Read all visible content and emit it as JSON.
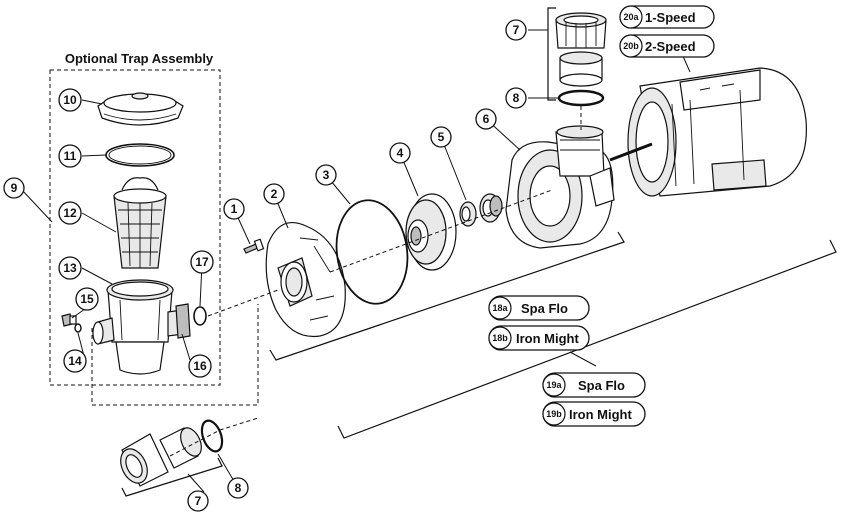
{
  "trap_assembly": {
    "title": "Optional Trap Assembly"
  },
  "callouts": {
    "c1": "1",
    "c2": "2",
    "c3": "3",
    "c4": "4",
    "c5": "5",
    "c6": "6",
    "c7_top": "7",
    "c8_top": "8",
    "c9": "9",
    "c10": "10",
    "c11": "11",
    "c12": "12",
    "c13": "13",
    "c14": "14",
    "c15": "15",
    "c16": "16",
    "c17": "17",
    "c7_bottom": "7",
    "c8_bottom": "8"
  },
  "legend": {
    "motor": [
      {
        "badge": "20a",
        "label": "1-Speed"
      },
      {
        "badge": "20b",
        "label": "2-Speed"
      }
    ],
    "wet_end": [
      {
        "badge": "18a",
        "label": "Spa Flo"
      },
      {
        "badge": "18b",
        "label": "Iron Might"
      }
    ],
    "complete_pump": [
      {
        "badge": "19a",
        "label": "Spa Flo"
      },
      {
        "badge": "19b",
        "label": "Iron Might"
      }
    ]
  }
}
